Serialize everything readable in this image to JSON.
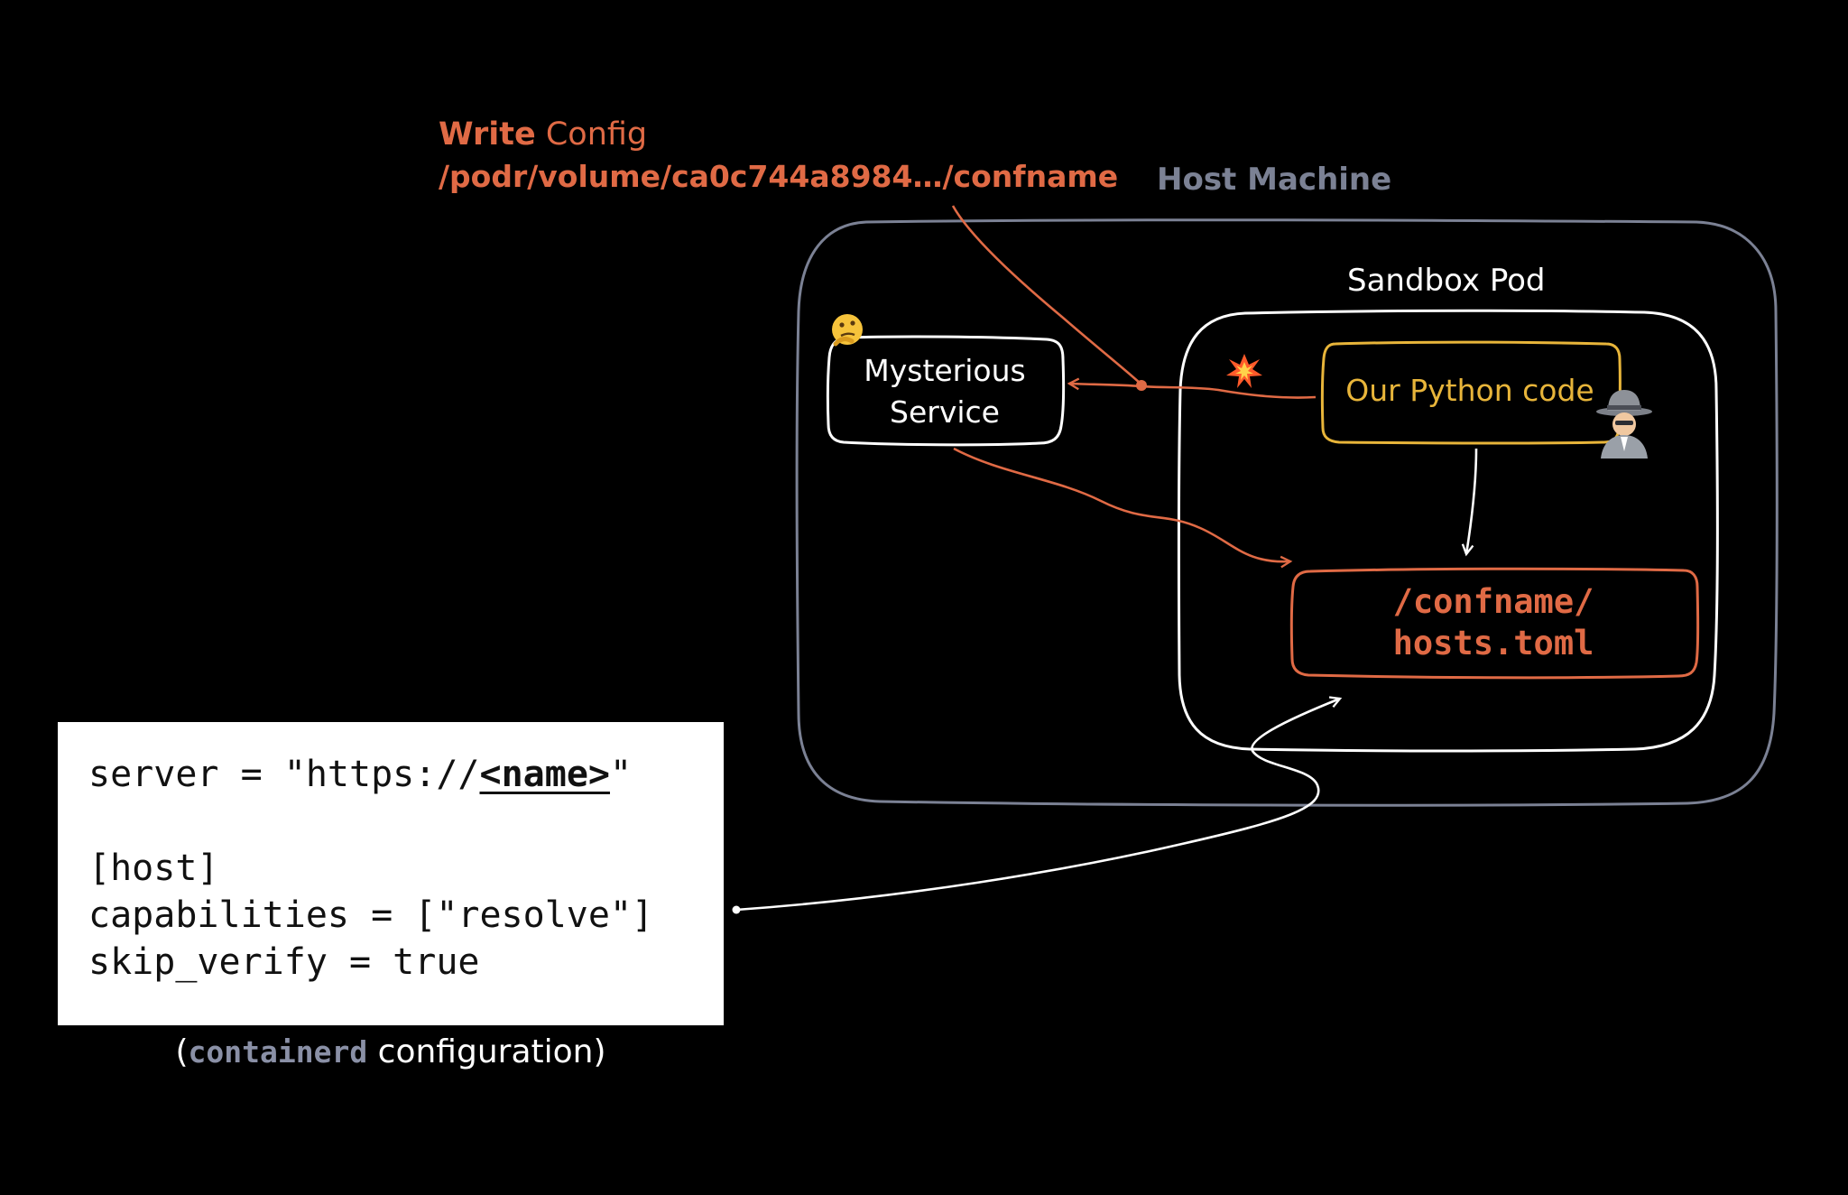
{
  "write_config": {
    "verb": "Write",
    "rest": " Config",
    "path": "/podr/volume/ca0c744a8984…/confname"
  },
  "host_machine": {
    "label": "Host Machine"
  },
  "sandbox_pod": {
    "label": "Sandbox Pod"
  },
  "mysterious_service": {
    "line1": "Mysterious",
    "line2": "Service",
    "badge": "🤔"
  },
  "python_code": {
    "label": "Our Python code",
    "badge": "🕵",
    "spark": "💥"
  },
  "hosts_file": {
    "line1": "/confname/",
    "line2": "hosts.toml"
  },
  "config_snippet": {
    "server_prefix": "server = \"https://",
    "server_name": "<name>",
    "server_suffix": "\"",
    "host_header": "[host]",
    "capabilities": "capabilities = [\"resolve\"]",
    "skip_verify": "skip_verify = true"
  },
  "caption": {
    "open": "(",
    "keyword": "containerd",
    "rest": " configuration)"
  },
  "colors": {
    "accent": "#e06a45",
    "host_border": "#7b8194",
    "python": "#e8b53a",
    "white": "#ffffff"
  },
  "icons": [
    "thinking-face-icon",
    "collision-icon",
    "spy-icon"
  ]
}
